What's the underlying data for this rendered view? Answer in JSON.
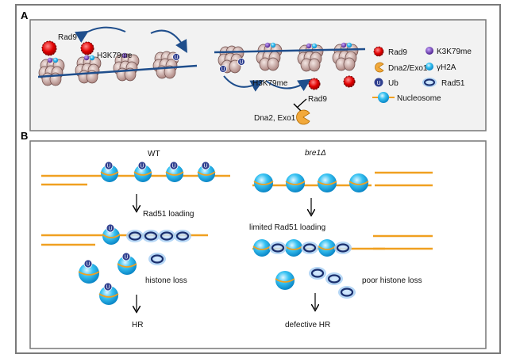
{
  "panel_a": {
    "letter": "A",
    "left": {
      "rad9": "Rad9",
      "h3k79me": "H3K79me"
    },
    "right": {
      "h3k79me": "H3K79me",
      "rad9": "Rad9",
      "dna2_exo1": "Dna2, Exo1"
    },
    "legend": {
      "rad9": "Rad9",
      "k3k79me": "K3K79me",
      "dna2_exo1": "Dna2/Exo1",
      "gamma_h2a": "γH2A",
      "ub": "Ub",
      "rad51": "Rad51",
      "nucleosome": "Nucleosome"
    }
  },
  "panel_b": {
    "letter": "B",
    "wt": {
      "title": "WT",
      "rad51_loading": "Rad51  loading",
      "histone_loss": "histone loss",
      "outcome": "HR"
    },
    "bre1": {
      "title": "bre1Δ",
      "rad51_loading": "limited  Rad51  loading",
      "histone_loss": "poor histone loss",
      "outcome": "defective HR"
    }
  },
  "ub_symbol": "U"
}
